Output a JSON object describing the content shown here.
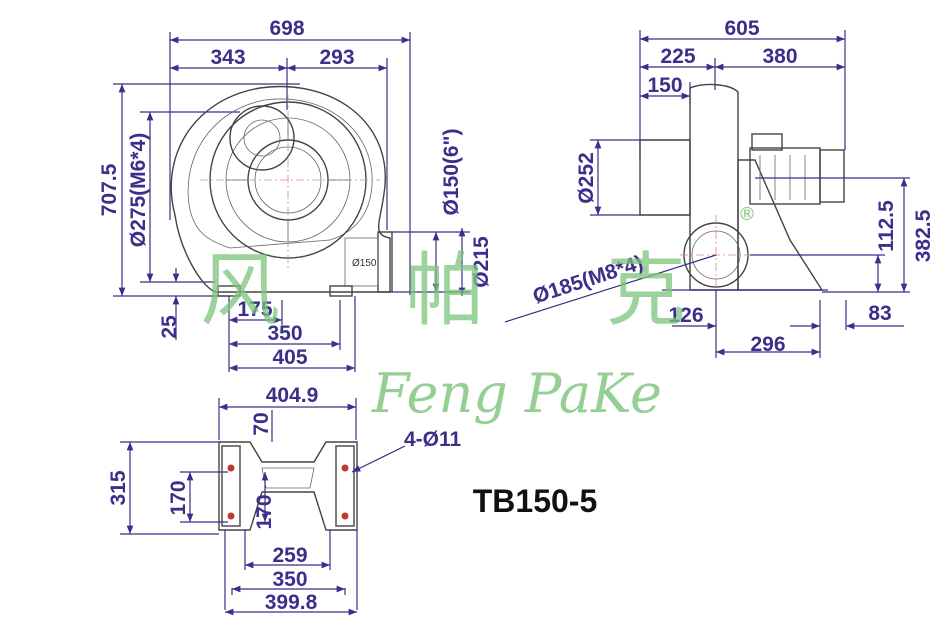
{
  "model": "TB150-5",
  "watermark": {
    "chinese": [
      "风",
      "帕",
      "克"
    ],
    "english": "Feng PaKe",
    "registered": "®"
  },
  "front_view": {
    "overall_width": "698",
    "width_left": "343",
    "width_right": "293",
    "overall_height": "707.5",
    "flange_pcd": "Ø275(M6*4)",
    "outlet_dia": "Ø150(6\")",
    "outlet_outer": "Ø215",
    "outlet_small": "Ø150",
    "base_offset": "25",
    "foot_175": "175",
    "foot_350": "350",
    "foot_405": "405"
  },
  "side_view": {
    "overall_width": "605",
    "width_left": "225",
    "width_right": "380",
    "inlet_len": "150",
    "inlet_dia": "Ø252",
    "flange_pcd": "Ø185(M8*4)",
    "height_112": "112.5",
    "height_382": "382.5",
    "dim_126": "126",
    "dim_296": "296",
    "dim_83": "83"
  },
  "base_view": {
    "width_top": "404.9",
    "dim_70": "70",
    "holes": "4-Ø11",
    "height_315": "315",
    "height_170a": "170",
    "height_170b": "170",
    "width_259": "259",
    "width_350": "350",
    "width_399": "399.8"
  }
}
